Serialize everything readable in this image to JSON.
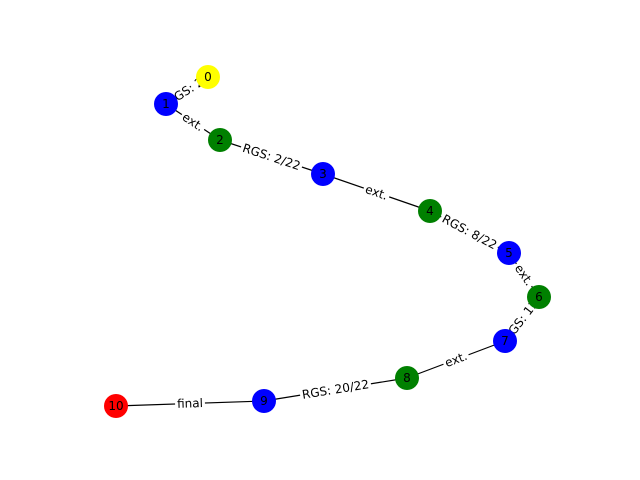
{
  "graph": {
    "nodes": [
      {
        "id": "0",
        "label": "0",
        "color": "#ffff00"
      },
      {
        "id": "1",
        "label": "1",
        "color": "#0000ff"
      },
      {
        "id": "2",
        "label": "2",
        "color": "#008000"
      },
      {
        "id": "3",
        "label": "3",
        "color": "#0000ff"
      },
      {
        "id": "4",
        "label": "4",
        "color": "#008000"
      },
      {
        "id": "5",
        "label": "5",
        "color": "#0000ff"
      },
      {
        "id": "6",
        "label": "6",
        "color": "#008000"
      },
      {
        "id": "7",
        "label": "7",
        "color": "#0000ff"
      },
      {
        "id": "8",
        "label": "8",
        "color": "#008000"
      },
      {
        "id": "9",
        "label": "9",
        "color": "#0000ff"
      },
      {
        "id": "10",
        "label": "10",
        "color": "#ff0000"
      }
    ],
    "edges": [
      {
        "source": "0",
        "target": "1",
        "label": "RGS: 2/"
      },
      {
        "source": "1",
        "target": "2",
        "label": "ext."
      },
      {
        "source": "2",
        "target": "3",
        "label": "RGS: 2/22"
      },
      {
        "source": "3",
        "target": "4",
        "label": "ext."
      },
      {
        "source": "4",
        "target": "5",
        "label": "RGS: 8/22"
      },
      {
        "source": "5",
        "target": "6",
        "label": "ext."
      },
      {
        "source": "6",
        "target": "7",
        "label": "RGS: 11/"
      },
      {
        "source": "7",
        "target": "8",
        "label": "ext."
      },
      {
        "source": "8",
        "target": "9",
        "label": "RGS: 20/22"
      },
      {
        "source": "9",
        "target": "10",
        "label": "final"
      }
    ]
  }
}
